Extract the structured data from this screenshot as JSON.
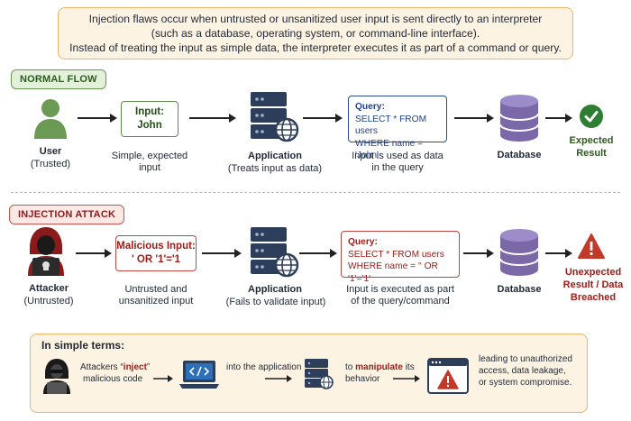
{
  "intro": {
    "line1": "Injection flaws occur when untrusted or unsanitized user input is sent directly to an interpreter",
    "line2": "(such as a database, operating system, or command-line interface).",
    "line3": "Instead of treating the input as simple data, the interpreter executes it as part of a command or query."
  },
  "normal": {
    "tag": "NORMAL FLOW",
    "user_title": "User",
    "user_sub": "(Trusted)",
    "input_line1": "Input:",
    "input_line2": "John",
    "input_desc1": "Simple, expected",
    "input_desc2": "input",
    "app_title": "Application",
    "app_sub": "(Treats input as data)",
    "query_head": "Query:",
    "query_line1": "SELECT * FROM users",
    "query_line2": "WHERE name = 'John'",
    "query_desc1": "Input is used as data",
    "query_desc2": "in the query",
    "db_label": "Database",
    "result1": "Expected",
    "result2": "Result"
  },
  "attack": {
    "tag": "INJECTION ATTACK",
    "attacker_title": "Attacker",
    "attacker_sub": "(Untrusted)",
    "input_line1": "Malicious Input:",
    "input_line2": "' OR '1'='1",
    "input_desc1": "Untrusted and",
    "input_desc2": "unsanitized input",
    "app_title": "Application",
    "app_sub": "(Fails to validate input)",
    "query_head": "Query:",
    "query_line1": "SELECT * FROM users",
    "query_line2": "WHERE name = '' OR '1'='1'",
    "query_desc1": "Input is executed as part",
    "query_desc2": "of the query/command",
    "db_label": "Database",
    "result1": "Unexpected",
    "result2": "Result / Data",
    "result3": "Breached"
  },
  "simple": {
    "title": "In simple terms:",
    "s1_a": "Attackers “",
    "s1_hl": "inject",
    "s1_b": "”",
    "s1_c": "malicious code",
    "s2": "into the application",
    "s3_a": "to ",
    "s3_hl": "manipulate",
    "s3_b": " its",
    "s3_c": "behavior",
    "s4_1": "leading to unauthorized",
    "s4_2": "access, data leakage,",
    "s4_3": "or system compromise."
  },
  "colors": {
    "green": "#6b9a55",
    "red": "#c0392b",
    "navy": "#2d3e5a",
    "purple": "#7b68a8",
    "check": "#2e7d32",
    "code_blue": "#2d6fb8"
  },
  "icons": [
    "user-icon",
    "input-icon",
    "server-icon",
    "globe-icon",
    "database-icon",
    "check-icon",
    "hacker-icon",
    "warning-icon",
    "code-icon",
    "browser-warning-icon"
  ]
}
